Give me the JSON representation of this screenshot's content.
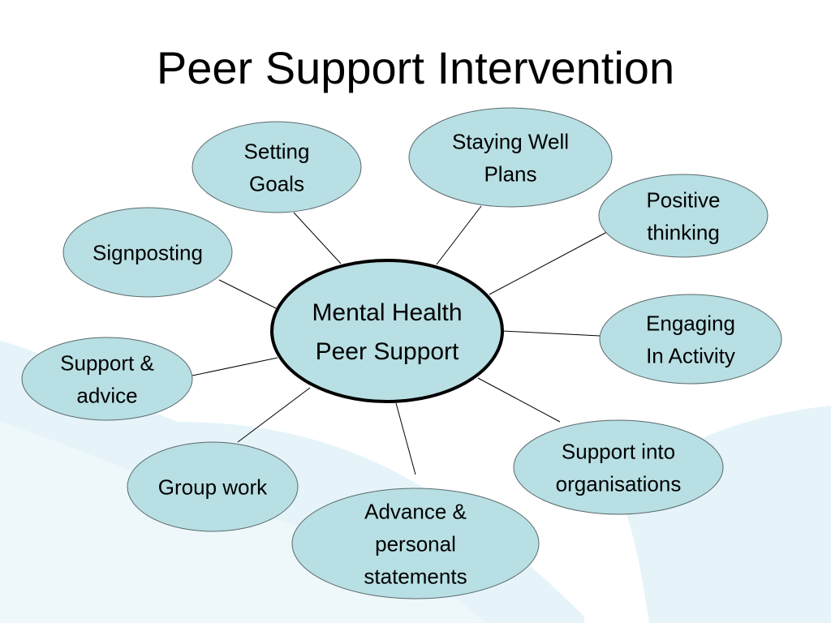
{
  "slide": {
    "title": "Peer Support Intervention"
  },
  "colors": {
    "node_fill": "#b8dfe3",
    "center_fill": "#b8dfe3",
    "stroke": "#5a6a6e",
    "center_stroke": "#000000",
    "wave": "#dff2f9"
  },
  "center": {
    "lines": [
      "Mental Health",
      "Peer Support"
    ]
  },
  "nodes": [
    {
      "id": "setting-goals",
      "lines": [
        "Setting",
        "Goals"
      ]
    },
    {
      "id": "staying-well-plans",
      "lines": [
        "Staying Well",
        "Plans"
      ]
    },
    {
      "id": "positive-thinking",
      "lines": [
        "Positive",
        "thinking"
      ]
    },
    {
      "id": "signposting",
      "lines": [
        "Signposting"
      ]
    },
    {
      "id": "engaging-in-activity",
      "lines": [
        "Engaging",
        "In Activity"
      ]
    },
    {
      "id": "support-and-advice",
      "lines": [
        "Support &",
        "advice"
      ]
    },
    {
      "id": "support-into-organisations",
      "lines": [
        "Support into",
        "organisations"
      ]
    },
    {
      "id": "group-work",
      "lines": [
        "Group work"
      ]
    },
    {
      "id": "advance-personal-statements",
      "lines": [
        "Advance &",
        "personal",
        "statements"
      ]
    }
  ]
}
